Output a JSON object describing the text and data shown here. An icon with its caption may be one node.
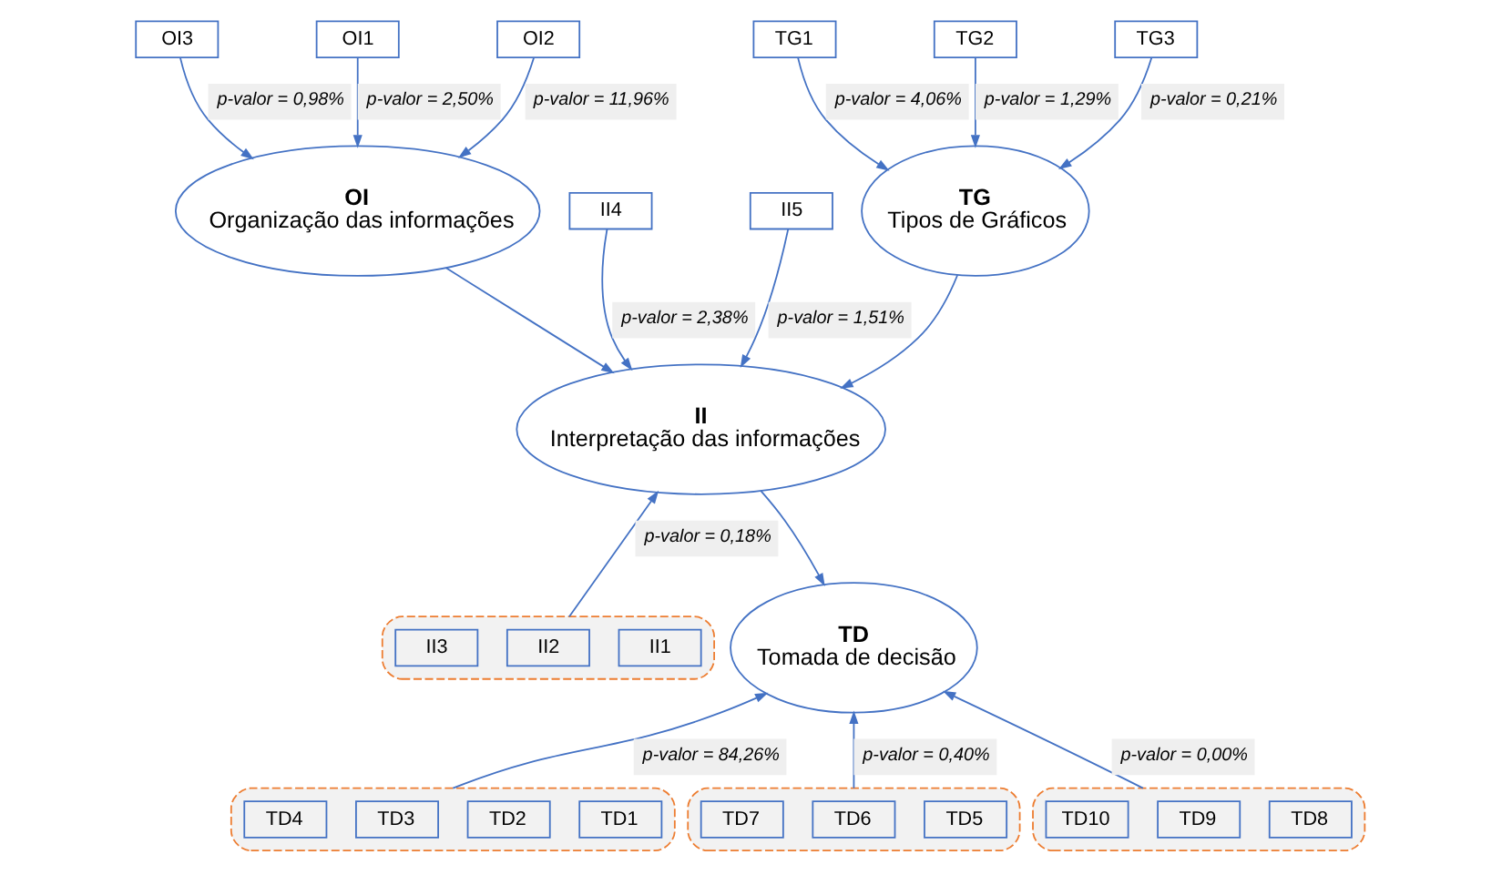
{
  "diagram": {
    "nodes": [
      {
        "text": [
          "TG1"
        ]
      },
      {
        "text": [
          "TG2"
        ]
      },
      {
        "text": [
          "TG3"
        ]
      },
      {
        "text": [
          "OI1"
        ]
      },
      {
        "text": [
          "OI2"
        ]
      },
      {
        "text": [
          "OI3"
        ]
      },
      {
        "text": [],
        "shape": "box"
      },
      {
        "text": [
          "II1"
        ],
        "in": 6
      },
      {
        "text": [
          "II2"
        ],
        "in": 6
      },
      {
        "text": [
          "II3"
        ],
        "in": 6
      },
      {
        "text": [
          "II4"
        ]
      },
      {
        "text": [
          "II5"
        ]
      },
      {
        "text": [
          "TG",
          "Tipos de Gráficos"
        ]
      },
      {
        "text": [
          "OI",
          "Organização das informações"
        ]
      },
      {
        "text": [
          "II",
          "Interpretação das informações"
        ]
      },
      {
        "text": [
          "TD",
          "Tomada de decisão"
        ]
      },
      {
        "text": [],
        "shape": "box"
      },
      {
        "text": [
          "TD1"
        ],
        "in": 16
      },
      {
        "text": [
          "TD2"
        ],
        "in": 16
      },
      {
        "text": [
          "TD3"
        ],
        "in": 16
      },
      {
        "text": [
          "TD4"
        ],
        "in": 16
      },
      {
        "text": [],
        "shape": "box"
      },
      {
        "text": [
          "TD5"
        ],
        "in": 21
      },
      {
        "text": [
          "TD6"
        ],
        "in": 21
      },
      {
        "text": [
          "TD7"
        ],
        "in": 21
      },
      {
        "text": [],
        "shape": "box"
      },
      {
        "text": [
          "TD8"
        ],
        "in": 25
      },
      {
        "text": [
          "TD9"
        ],
        "in": 25
      },
      {
        "text": [
          "TD10"
        ],
        "in": 25
      }
    ],
    "edges": [
      {
        "from": 0,
        "to": 12,
        "arrow": "to",
        "label": "p-valor = 4,06%"
      },
      {
        "from": 1,
        "to": 12,
        "arrow": "to",
        "label": "p-valor = 1,29%"
      },
      {
        "from": 2,
        "to": 12,
        "arrow": "to",
        "label": "p-valor = 0,21%"
      },
      {
        "from": 3,
        "to": 13,
        "arrow": "to",
        "label": "p-valor = 2,50%"
      },
      {
        "from": 4,
        "to": 13,
        "arrow": "to",
        "label": "p-valor = 11,96%"
      },
      {
        "from": 5,
        "to": 13,
        "arrow": "to",
        "label": "p-valor = 0,98%"
      },
      {
        "from": 6,
        "to": 14,
        "arrow": "to",
        "label": "p-valor = 0,18%"
      },
      {
        "from": 10,
        "to": 14,
        "arrow": "to",
        "label": "p-valor = 2,38%"
      },
      {
        "from": 11,
        "to": 14,
        "arrow": "to",
        "label": "p-valor = 1,51%"
      },
      {
        "from": 12,
        "to": 14,
        "arrow": "to"
      },
      {
        "from": 13,
        "to": 14,
        "arrow": "to"
      },
      {
        "from": 14,
        "to": 15,
        "arrow": "to"
      },
      {
        "from": 16,
        "to": 15,
        "arrow": "to",
        "label": "p-valor = 84,26%"
      },
      {
        "from": 21,
        "to": 15,
        "arrow": "to",
        "label": "p-valor = 0,40%"
      },
      {
        "from": 25,
        "to": 15,
        "arrow": "to",
        "label": "p-valor = 0,00%"
      }
    ]
  }
}
